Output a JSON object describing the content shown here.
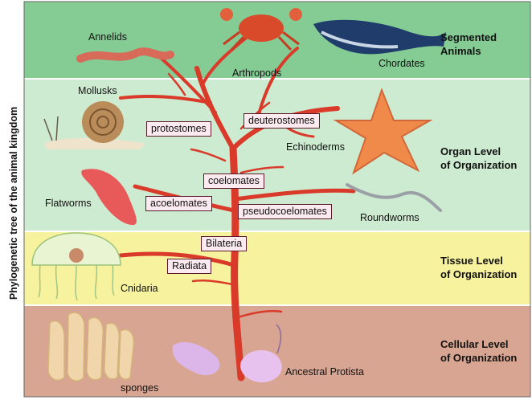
{
  "side_title": "Phylogenetic tree of the animal kingdom",
  "levels": {
    "segmented": [
      "Segmented",
      "Animals"
    ],
    "organ": [
      "Organ Level",
      "of Organization"
    ],
    "tissue": [
      "Tissue Level",
      "of Organization"
    ],
    "cellular": [
      "Cellular Level",
      "of Organization"
    ]
  },
  "animals": {
    "annelids": "Annelids",
    "arthropods": "Arthropods",
    "chordates": "Chordates",
    "mollusks": "Mollusks",
    "echinoderms": "Echinoderms",
    "flatworms": "Flatworms",
    "roundworms": "Roundworms",
    "cnidaria": "Cnidaria",
    "sponges": "sponges",
    "protista": "Ancestral Protista"
  },
  "branch_labels": {
    "protostomes": "protostomes",
    "deuterostomes": "deuterostomes",
    "coelomates": "coelomates",
    "acoelomates": "acoelomates",
    "pseudocoelomates": "pseudocoelomates",
    "bilateria": "Bilateria",
    "radiata": "Radiata"
  },
  "colors": {
    "segmented_band": "#84cc94",
    "organ_band": "#cdebd0",
    "tissue_band": "#f7f29d",
    "cellular_band": "#d8a592",
    "tree": "#d93a2a"
  }
}
